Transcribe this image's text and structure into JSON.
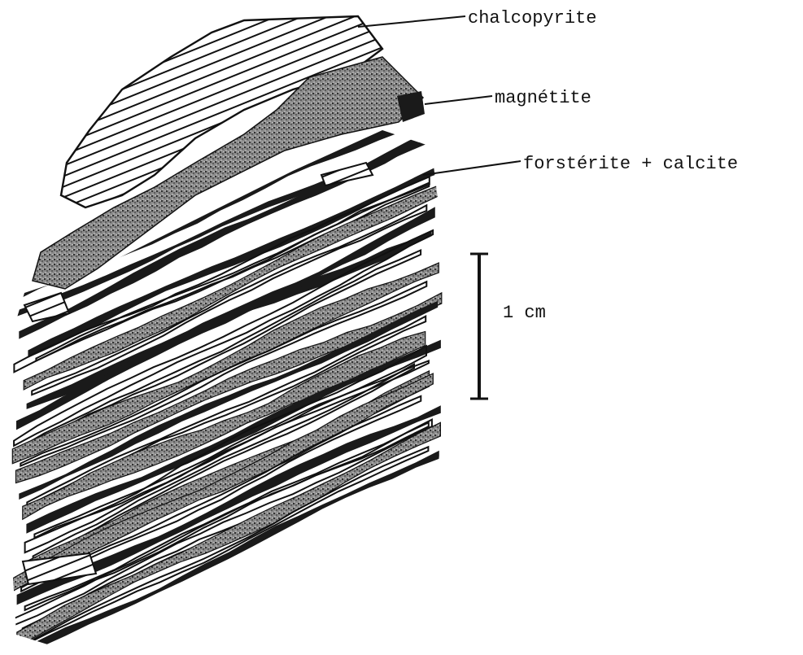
{
  "labels": {
    "chalcopyrite": "chalcopyrite",
    "magnetite": "magnétite",
    "forsterite_calcite": "forstérite + calcite",
    "scale": "1 cm"
  },
  "colors": {
    "ink": "#111111",
    "paper": "#ffffff"
  }
}
